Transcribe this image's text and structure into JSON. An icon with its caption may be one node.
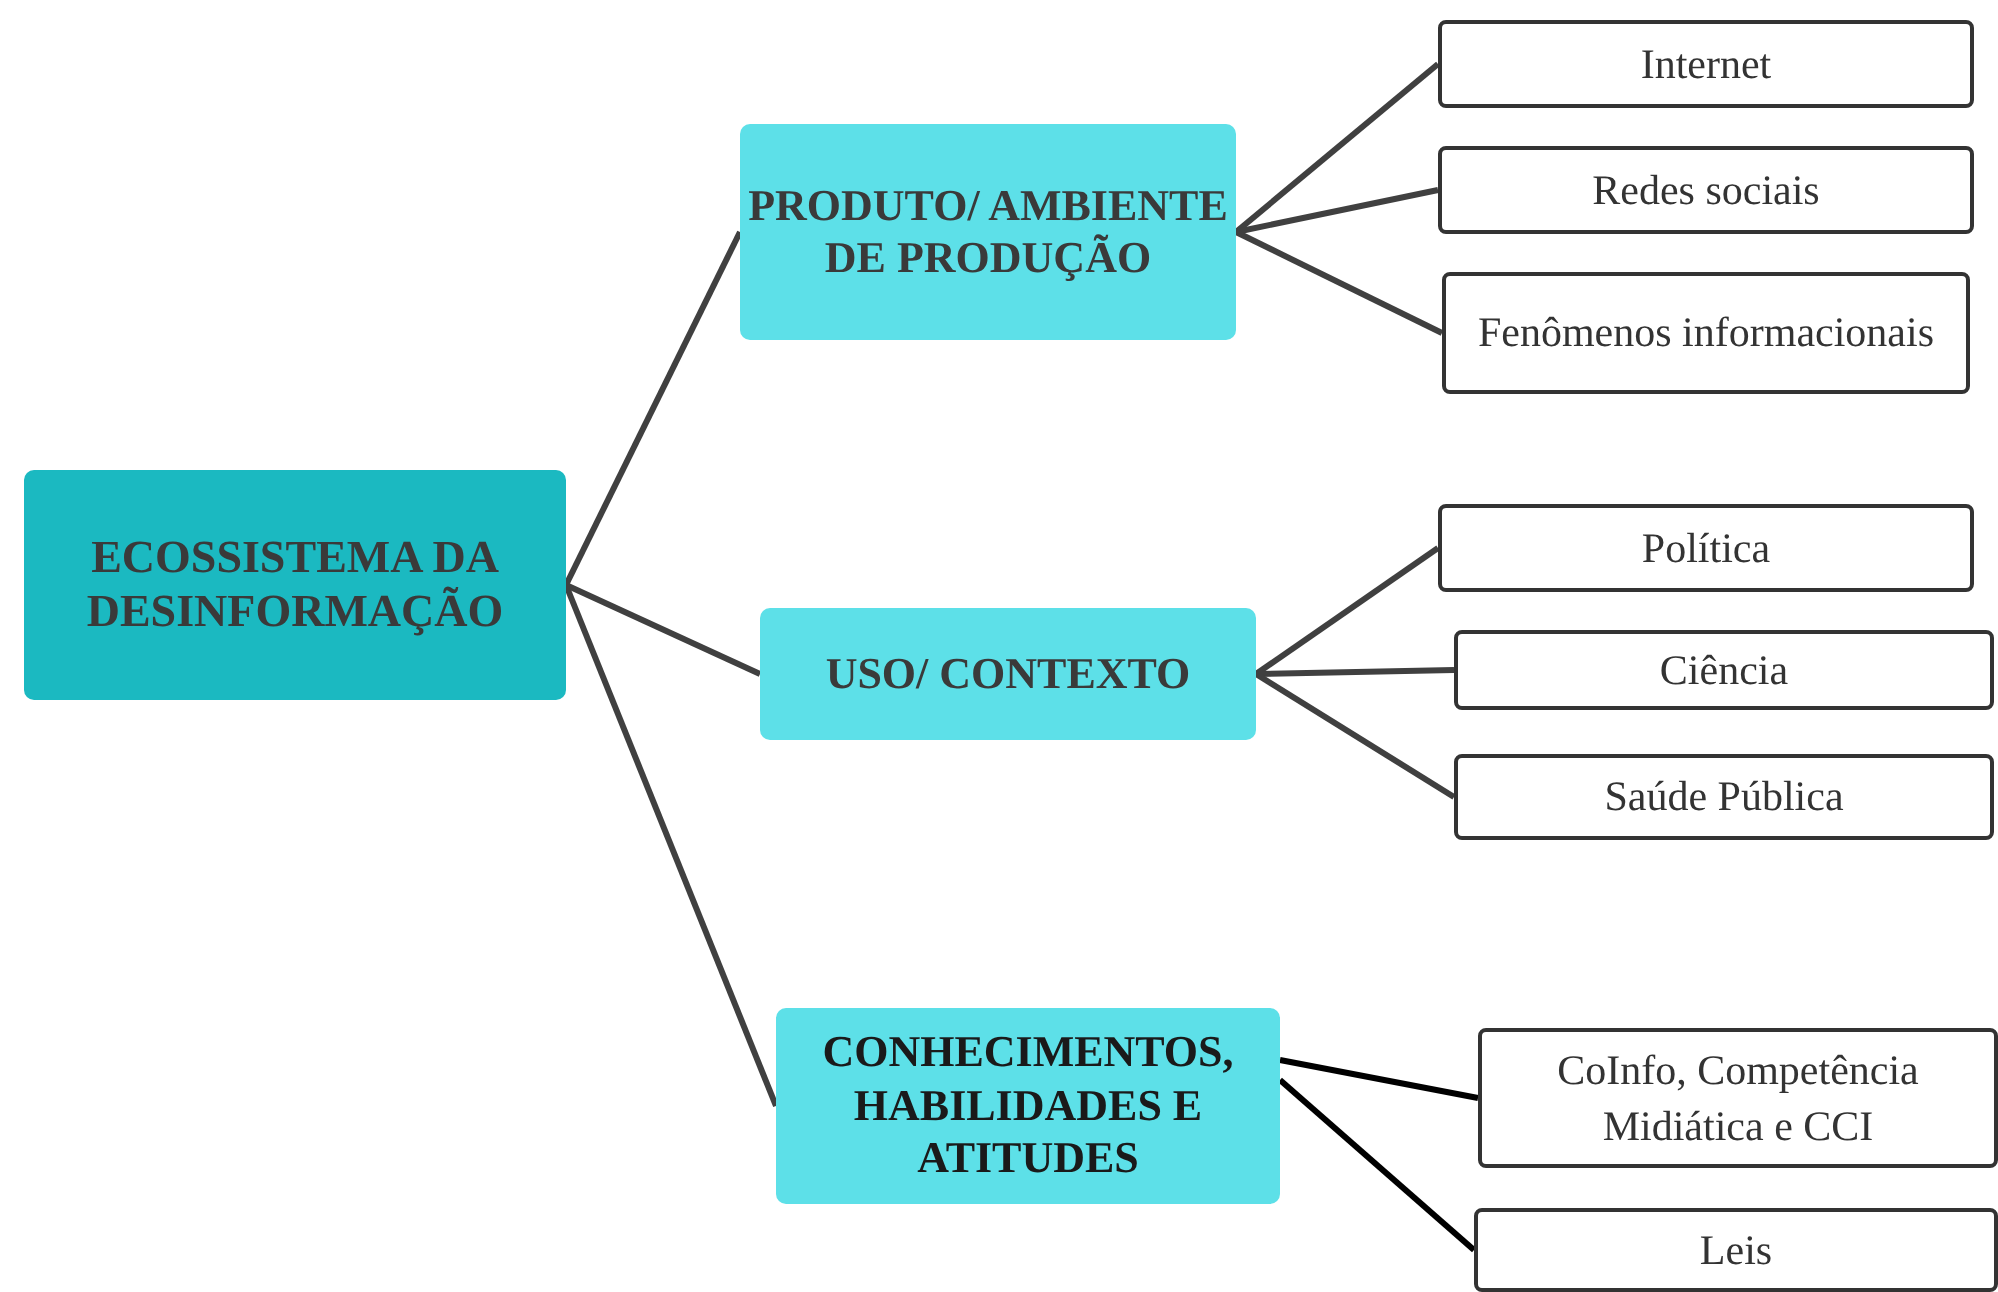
{
  "diagram": {
    "nodes": [
      {
        "text": [
          "ECOSSISTEMA DA DESINFORMAÇÃO"
        ]
      },
      {
        "text": [
          "PRODUTO/ AMBIENTE DE PRODUÇÃO"
        ]
      },
      {
        "text": [
          "USO/ CONTEXTO"
        ]
      },
      {
        "text": [
          "CONHECIMENTOS, HABILIDADES E ATITUDES"
        ]
      },
      {
        "text": [
          "Internet"
        ]
      },
      {
        "text": [
          "Redes sociais"
        ]
      },
      {
        "text": [
          "Fenômenos informacionais"
        ]
      },
      {
        "text": [
          "Política"
        ]
      },
      {
        "text": [
          "Ciência"
        ]
      },
      {
        "text": [
          "Saúde Pública"
        ]
      },
      {
        "text": [
          "CoInfo, Competência Midiática e CCI"
        ]
      },
      {
        "text": [
          "Leis"
        ]
      }
    ],
    "edges": [
      {
        "from": 0,
        "to": 1,
        "arrow": "none"
      },
      {
        "from": 0,
        "to": 2,
        "arrow": "none"
      },
      {
        "from": 0,
        "to": 3,
        "arrow": "none"
      },
      {
        "from": 1,
        "to": 4,
        "arrow": "none"
      },
      {
        "from": 1,
        "to": 5,
        "arrow": "none"
      },
      {
        "from": 1,
        "to": 6,
        "arrow": "none"
      },
      {
        "from": 2,
        "to": 7,
        "arrow": "none"
      },
      {
        "from": 2,
        "to": 8,
        "arrow": "none"
      },
      {
        "from": 2,
        "to": 9,
        "arrow": "none"
      },
      {
        "from": 3,
        "to": 10,
        "arrow": "none",
        "color": "#000000"
      },
      {
        "from": 3,
        "to": 11,
        "arrow": "none",
        "color": "#000000"
      }
    ]
  }
}
